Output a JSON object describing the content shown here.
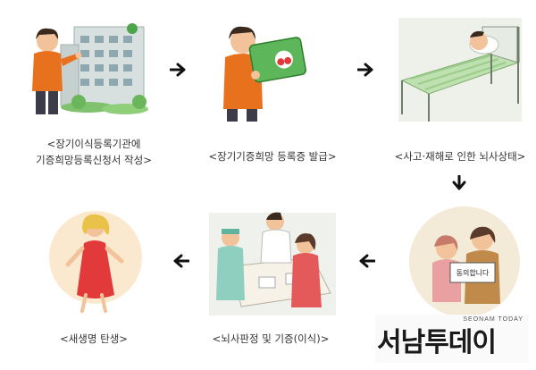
{
  "steps": [
    {
      "id": "register",
      "caption": "<장기이식등록기관에\n기증희망등록신청서 작성>"
    },
    {
      "id": "card",
      "caption": "<장기기증희망 등록증 발급>"
    },
    {
      "id": "accident",
      "caption": "<사고·재해로 인한 뇌사상태>"
    },
    {
      "id": "consent",
      "sign_text": "동의합니다"
    },
    {
      "id": "transplant",
      "caption": "<뇌사판정 및 기증(이식)>"
    },
    {
      "id": "newlife",
      "caption": "<새생명 탄생>"
    }
  ],
  "watermark": {
    "main": "서남투데이",
    "sub": "SEONAM TODAY"
  },
  "colors": {
    "orange": "#e8711e",
    "green": "#4ca54a",
    "hospital": "#cfd8d6",
    "arrow": "#111111"
  }
}
